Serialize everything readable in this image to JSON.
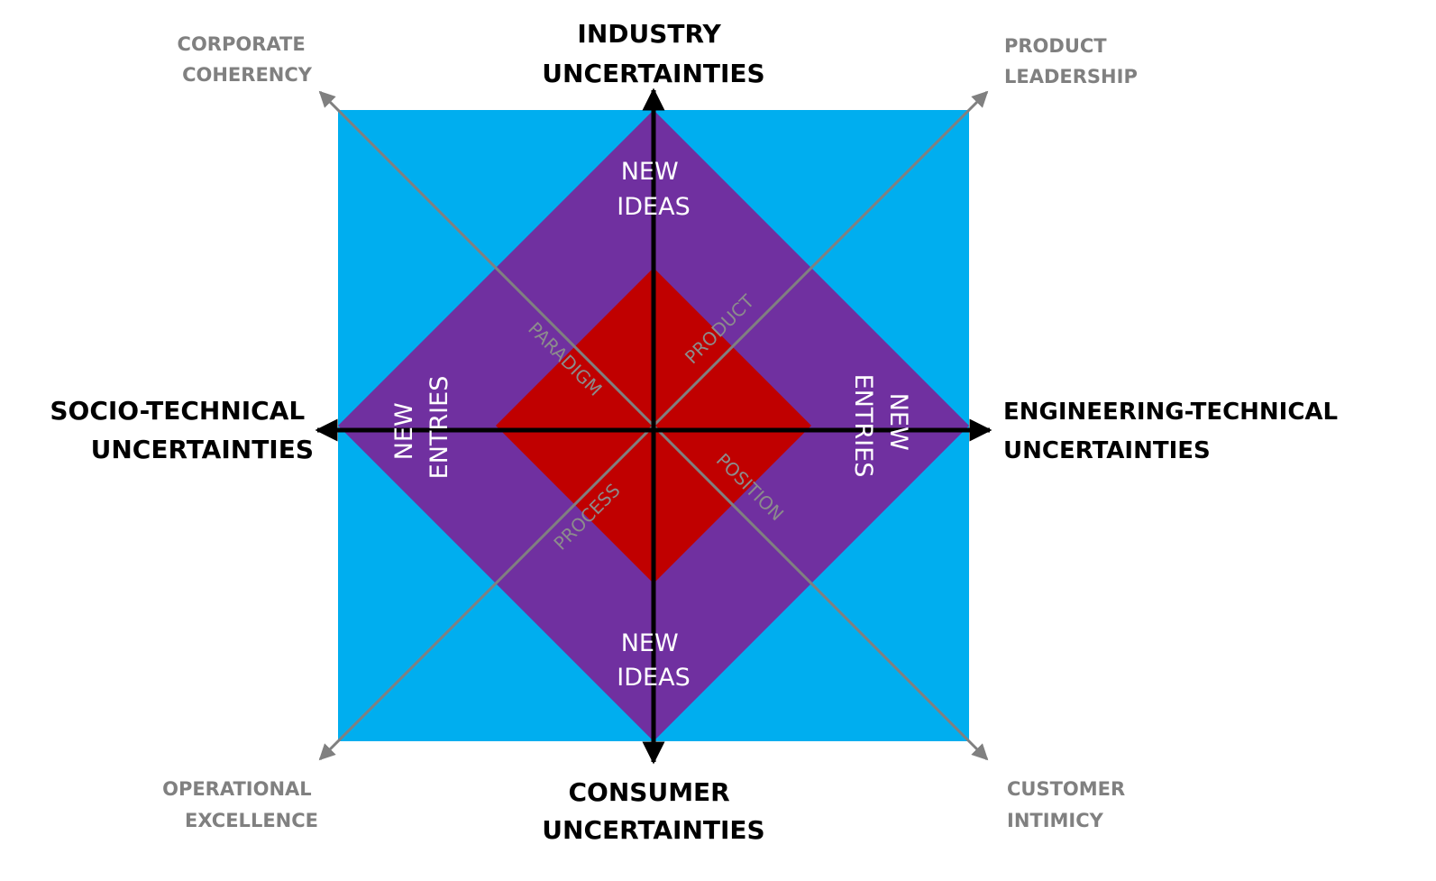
{
  "colors": {
    "outer_square": "#00AEEF",
    "middle_diamond": "#7030A0",
    "inner_diamond": "#C00000",
    "main_axis": "#000000",
    "diagonal_axis": "#808080"
  },
  "axes": {
    "top": [
      "INDUSTRY",
      "UNCERTAINTIES"
    ],
    "bottom": [
      "CONSUMER",
      "UNCERTAINTIES"
    ],
    "left": [
      "SOCIO-TECHNICAL",
      "UNCERTAINTIES"
    ],
    "right": [
      "ENGINEERING-TECHNICAL",
      "UNCERTAINTIES"
    ]
  },
  "corners": {
    "top_left": [
      "CORPORATE",
      "COHERENCY"
    ],
    "top_right": [
      "PRODUCT",
      "LEADERSHIP"
    ],
    "bottom_left": [
      "OPERATIONAL",
      "EXCELLENCE"
    ],
    "bottom_right": [
      "CUSTOMER",
      "INTIMICY"
    ]
  },
  "zones": {
    "top": [
      "NEW",
      "IDEAS"
    ],
    "bottom": [
      "NEW",
      "IDEAS"
    ],
    "left": [
      "NEW",
      "ENTRIES"
    ],
    "right": [
      "NEW",
      "ENTRIES"
    ]
  },
  "diagonals": {
    "upper_left": "PARADIGM",
    "upper_right": "PRODUCT",
    "lower_left": "PROCESS",
    "lower_right": "POSITION"
  }
}
